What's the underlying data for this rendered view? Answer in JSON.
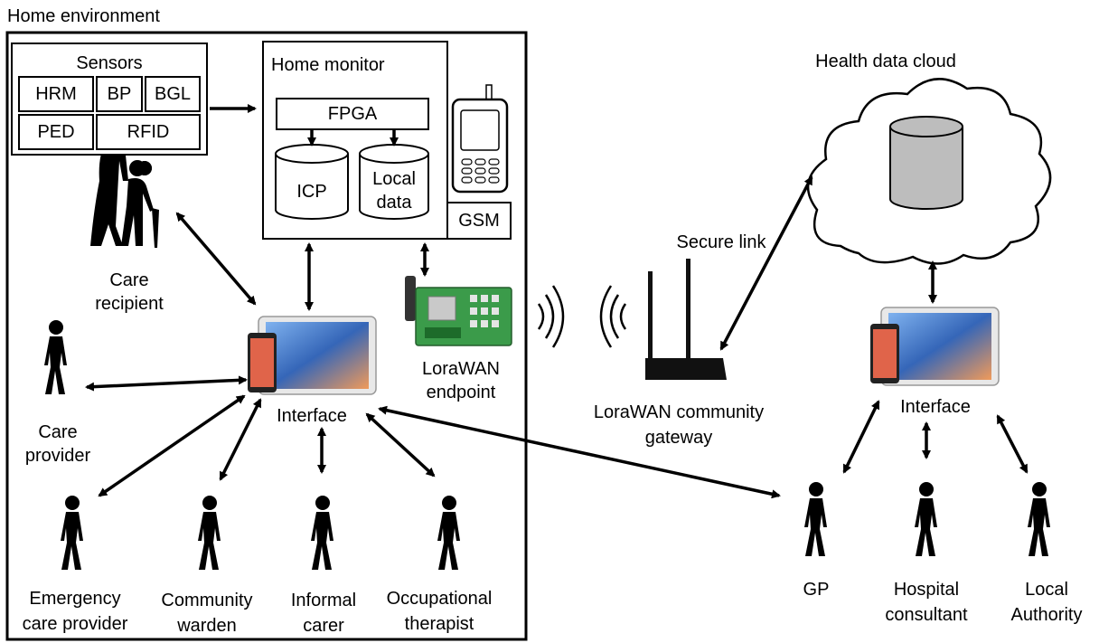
{
  "home": {
    "title": "Home environment",
    "sensors": {
      "title": "Sensors",
      "items": [
        "HRM",
        "BP",
        "BGL",
        "PED",
        "RFID"
      ]
    },
    "monitor": {
      "title": "Home monitor",
      "fpga": "FPGA",
      "icp": "ICP",
      "local_data_1": "Local",
      "local_data_2": "data",
      "gsm": "GSM"
    },
    "lorawan_endpoint_1": "LoraWAN",
    "lorawan_endpoint_2": "endpoint",
    "interface": "Interface",
    "care_recipient_1": "Care",
    "care_recipient_2": "recipient",
    "care_provider_1": "Care",
    "care_provider_2": "provider",
    "people": [
      {
        "l1": "Emergency",
        "l2": "care provider"
      },
      {
        "l1": "Community",
        "l2": "warden"
      },
      {
        "l1": "Informal",
        "l2": "carer"
      },
      {
        "l1": "Occupational",
        "l2": "therapist"
      }
    ]
  },
  "network": {
    "gateway_1": "LoraWAN community",
    "gateway_2": "gateway",
    "secure_link": "Secure link",
    "cloud": "Health data cloud",
    "interface": "Interface",
    "people": [
      {
        "l1": "GP",
        "l2": ""
      },
      {
        "l1": "Hospital",
        "l2": "consultant"
      },
      {
        "l1": "Local",
        "l2": "Authority"
      }
    ]
  },
  "colors": {
    "line": "#000000",
    "device_screen": "#3a7bd5",
    "board_green": "#2e8b3d"
  }
}
